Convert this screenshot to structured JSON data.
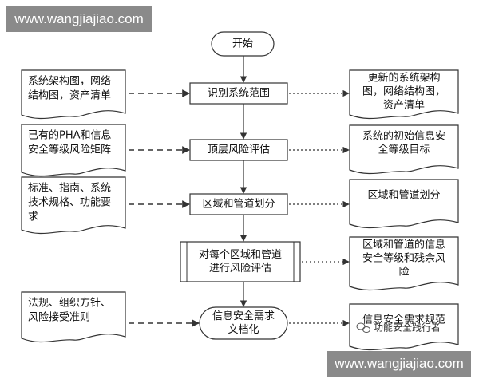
{
  "start_label": "开始",
  "process_steps": [
    {
      "lines": [
        "识别系统范围"
      ]
    },
    {
      "lines": [
        "顶层风险评估"
      ]
    },
    {
      "lines": [
        "区域和管道划分"
      ]
    },
    {
      "lines": [
        "对每个区域和管道",
        "进行风险评估"
      ]
    },
    {
      "lines": [
        "信息安全需求",
        "文档化"
      ]
    }
  ],
  "inputs": [
    {
      "lines": [
        "系统架构图，网络",
        "结构图，资产清单"
      ]
    },
    {
      "lines": [
        "已有的PHA和信息",
        "安全等级风险矩阵"
      ]
    },
    {
      "lines": [
        "标准、指南、系统",
        "技术规格、功能要",
        "求"
      ]
    },
    {
      "lines": [
        "法规、组织方针、",
        "风险接受准则"
      ]
    }
  ],
  "outputs": [
    {
      "lines": [
        "更新的系统架构",
        "图，网络结构图，",
        "资产清单"
      ]
    },
    {
      "lines": [
        "系统的初始信息安",
        "全等级目标"
      ]
    },
    {
      "lines": [
        "区域和管道划分"
      ]
    },
    {
      "lines": [
        "区域和管道的信息",
        "安全等级和残余风",
        "险"
      ]
    },
    {
      "lines": [
        "信息安全需求规范"
      ]
    }
  ],
  "wechat_caption": "功能安全践行者",
  "watermark": "www.wangjiajiao.com",
  "colors": {
    "line": "#333333",
    "box_fill": "#ffffff",
    "watermark_bg": "#8a8a8a"
  }
}
